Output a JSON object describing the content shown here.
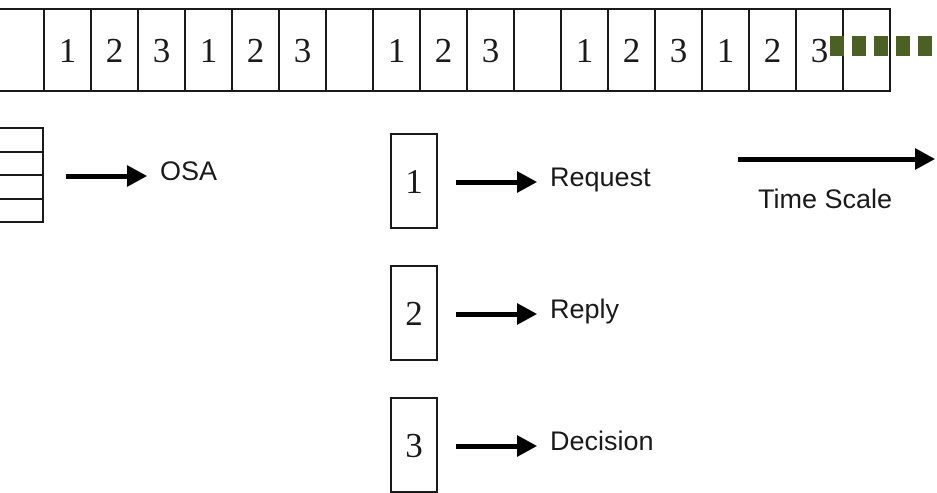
{
  "diagram": {
    "title": "OSA request/reply/decision timeline",
    "colors": {
      "stroke": "#1a1a1a",
      "background": "#ffffff",
      "continuation_green": "#4c6026"
    }
  },
  "timeline": {
    "cells": [
      {
        "type": "osa",
        "label": ""
      },
      {
        "type": "num",
        "label": "1"
      },
      {
        "type": "num",
        "label": "2"
      },
      {
        "type": "num",
        "label": "3"
      },
      {
        "type": "num",
        "label": "1"
      },
      {
        "type": "num",
        "label": "2"
      },
      {
        "type": "num",
        "label": "3"
      },
      {
        "type": "osa",
        "label": ""
      },
      {
        "type": "num",
        "label": "1"
      },
      {
        "type": "num",
        "label": "2"
      },
      {
        "type": "num",
        "label": "3"
      },
      {
        "type": "osa",
        "label": ""
      },
      {
        "type": "num",
        "label": "1"
      },
      {
        "type": "num",
        "label": "2"
      },
      {
        "type": "num",
        "label": "3"
      },
      {
        "type": "num",
        "label": "1"
      },
      {
        "type": "num",
        "label": "2"
      },
      {
        "type": "num",
        "label": "3"
      },
      {
        "type": "osa",
        "label": ""
      }
    ],
    "osa_segments": 4,
    "continuation": {
      "name": "continuation-squares",
      "count": 5,
      "color": "#4c6026"
    }
  },
  "legend": {
    "osa": {
      "symbol_type": "osa-box",
      "segments": 4,
      "label": "OSA"
    },
    "items": [
      {
        "symbol": "1",
        "label": "Request"
      },
      {
        "symbol": "2",
        "label": "Reply"
      },
      {
        "symbol": "3",
        "label": "Decision"
      }
    ]
  },
  "time_scale": {
    "label": "Time Scale",
    "direction": "right"
  }
}
